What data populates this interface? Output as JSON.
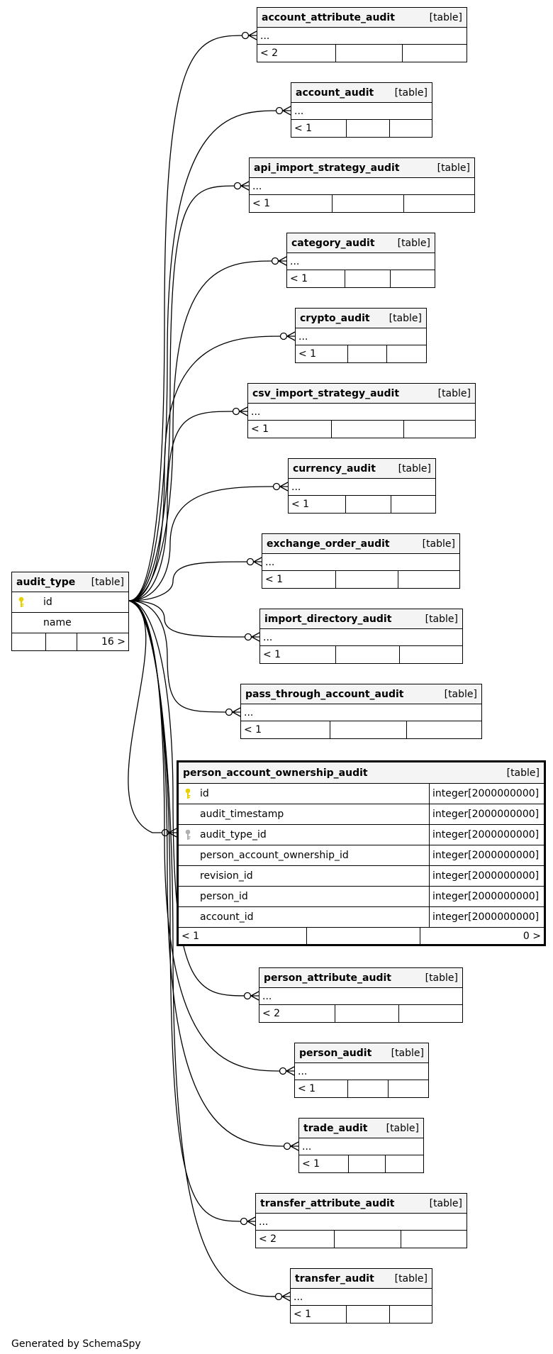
{
  "type_label": "[table]",
  "colors": {
    "pk_key": "#e8d100",
    "fk_key": "#b0b0b0",
    "header_bg": "#f4f4f4",
    "line": "#000000"
  },
  "source_table": {
    "name": "audit_type",
    "type": "[table]",
    "columns": [
      {
        "name": "id",
        "key": "pk"
      },
      {
        "name": "name",
        "key": ""
      }
    ],
    "footer": [
      "",
      "",
      "16 >"
    ]
  },
  "audit_tables": [
    {
      "name": "account_attribute_audit",
      "rows_label": "< 2"
    },
    {
      "name": "account_audit",
      "rows_label": "< 1"
    },
    {
      "name": "api_import_strategy_audit",
      "rows_label": "< 1"
    },
    {
      "name": "category_audit",
      "rows_label": "< 1"
    },
    {
      "name": "crypto_audit",
      "rows_label": "< 1"
    },
    {
      "name": "csv_import_strategy_audit",
      "rows_label": "< 1"
    },
    {
      "name": "currency_audit",
      "rows_label": "< 1"
    },
    {
      "name": "exchange_order_audit",
      "rows_label": "< 1"
    },
    {
      "name": "import_directory_audit",
      "rows_label": "< 1"
    },
    {
      "name": "pass_through_account_audit",
      "rows_label": "< 1"
    },
    {
      "name": "person_attribute_audit",
      "rows_label": "< 2"
    },
    {
      "name": "person_audit",
      "rows_label": "< 1"
    },
    {
      "name": "trade_audit",
      "rows_label": "< 1"
    },
    {
      "name": "transfer_attribute_audit",
      "rows_label": "< 2"
    },
    {
      "name": "transfer_audit",
      "rows_label": "< 1"
    }
  ],
  "ellipsis": "...",
  "focus_table": {
    "name": "person_account_ownership_audit",
    "type": "[table]",
    "columns": [
      {
        "name": "id",
        "type": "integer[2000000000]",
        "key": "pk"
      },
      {
        "name": "audit_timestamp",
        "type": "integer[2000000000]",
        "key": ""
      },
      {
        "name": "audit_type_id",
        "type": "integer[2000000000]",
        "key": "fk"
      },
      {
        "name": "person_account_ownership_id",
        "type": "integer[2000000000]",
        "key": ""
      },
      {
        "name": "revision_id",
        "type": "integer[2000000000]",
        "key": ""
      },
      {
        "name": "person_id",
        "type": "integer[2000000000]",
        "key": ""
      },
      {
        "name": "account_id",
        "type": "integer[2000000000]",
        "key": ""
      }
    ],
    "footer": [
      "< 1",
      "",
      "0 >"
    ]
  },
  "footer_text": "Generated by SchemaSpy"
}
